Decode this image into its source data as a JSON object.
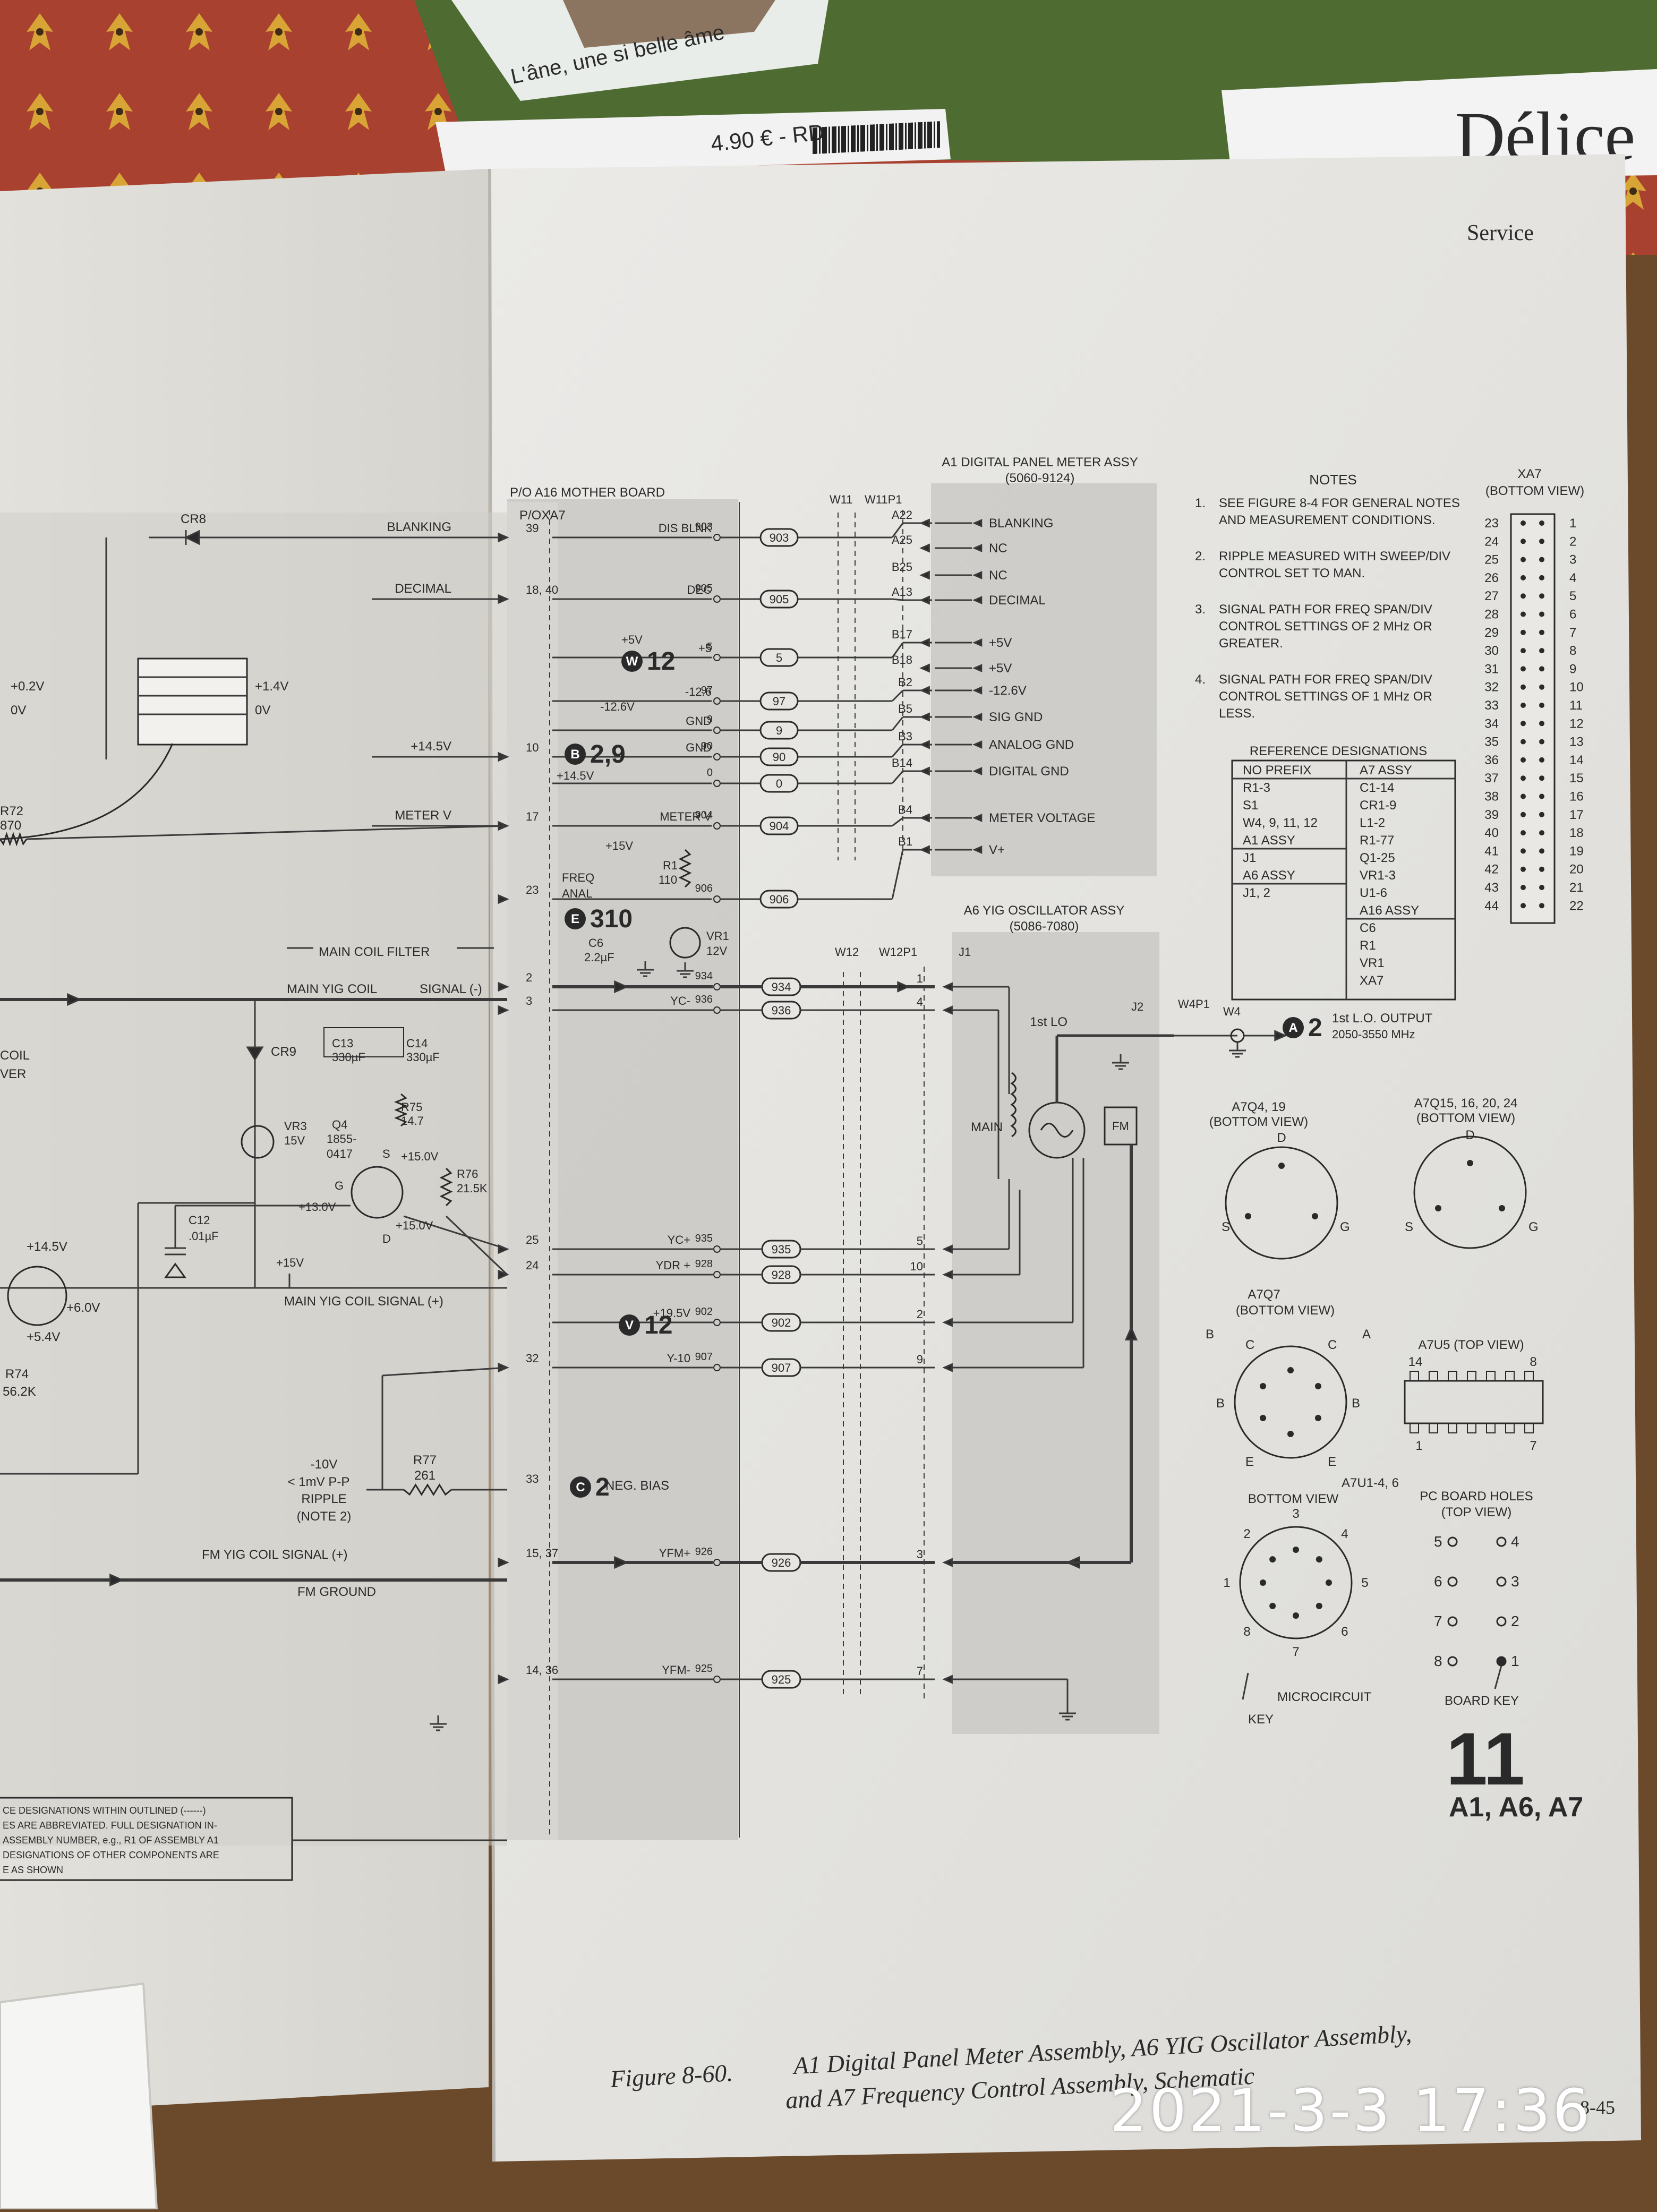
{
  "magazine": {
    "caption": "L'âne, une si belle âme",
    "price": "4.90 € - RD",
    "masthead": "Délice"
  },
  "page": {
    "header": "Service",
    "figure_number": "Figure 8-60.",
    "caption_line1": "A1 Digital Panel Meter Assembly, A6 YIG Oscillator Assembly,",
    "caption_line2": "and A7 Frequency Control Assembly, Schematic",
    "page_tag": "8-45",
    "big_number": "11",
    "big_refs": "A1, A6, A7"
  },
  "timestamp": "2021-3-3 17:36",
  "notes": {
    "title": "NOTES",
    "items": [
      [
        "1.",
        "SEE FIGURE 8-4 FOR GENERAL NOTES",
        "AND MEASUREMENT CONDITIONS."
      ],
      [
        "2.",
        "RIPPLE MEASURED WITH SWEEP/DIV",
        "CONTROL SET TO MAN."
      ],
      [
        "3.",
        "SIGNAL PATH FOR FREQ SPAN/DIV",
        "CONTROL SETTINGS OF 2 MHz OR",
        "GREATER."
      ],
      [
        "4.",
        "SIGNAL PATH FOR FREQ SPAN/DIV",
        "CONTROL SETTINGS OF 1 MHz OR",
        "LESS."
      ]
    ]
  },
  "ref_table": {
    "title": "REFERENCE DESIGNATIONS",
    "left": [
      "NO PREFIX",
      "R1-3",
      "S1",
      "W4, 9, 11, 12",
      "A1 ASSY",
      "J1",
      "A6 ASSY",
      "J1, 2"
    ],
    "right": [
      "A7 ASSY",
      "C1-14",
      "CR1-9",
      "L1-2",
      "R1-77",
      "Q1-25",
      "VR1-3",
      "U1-6",
      "A16 ASSY",
      "C6",
      "R1",
      "VR1",
      "XA7"
    ]
  },
  "connector": {
    "title": "XA7",
    "subtitle": "(BOTTOM VIEW)",
    "left_pins": [
      "23",
      "24",
      "25",
      "26",
      "27",
      "28",
      "29",
      "30",
      "31",
      "32",
      "33",
      "34",
      "35",
      "36",
      "37",
      "38",
      "39",
      "40",
      "41",
      "42",
      "43",
      "44"
    ],
    "right_pins": [
      "1",
      "2",
      "3",
      "4",
      "5",
      "6",
      "7",
      "8",
      "9",
      "10",
      "11",
      "12",
      "13",
      "14",
      "15",
      "16",
      "17",
      "18",
      "19",
      "20",
      "21",
      "22"
    ]
  },
  "packages": {
    "a7q4": [
      "A7Q4, 19",
      "(BOTTOM VIEW)"
    ],
    "a7q15": [
      "A7Q15, 16, 20, 24",
      "(BOTTOM VIEW)"
    ],
    "a7q7": [
      "A7Q7",
      "(BOTTOM VIEW)"
    ],
    "a7u5": "A7U5 (TOP VIEW)",
    "a7u1": "A7U1-4, 6",
    "bottom_view": "BOTTOM VIEW",
    "pc_holes": [
      "PC BOARD HOLES",
      "(TOP VIEW)"
    ],
    "board_key": "BOARD KEY",
    "microcircuit_key": [
      "MICROCIRCUIT",
      "KEY"
    ],
    "letters": {
      "d": "D",
      "s": "S",
      "g": "G",
      "b": "B",
      "c": "C",
      "e": "E",
      "a": "A"
    },
    "u5_pins": [
      "14",
      "8",
      "1",
      "7"
    ],
    "ic_pins": [
      "1",
      "2",
      "3",
      "4",
      "5",
      "6",
      "7",
      "8"
    ],
    "holes_left": [
      "5",
      "6",
      "7",
      "8"
    ],
    "holes_right": [
      "4",
      "3",
      "2",
      "1"
    ]
  },
  "board": {
    "a16_title": "P/O A16 MOTHER BOARD",
    "pxa7": "P/OXA7",
    "a1_title": "A1 DIGITAL PANEL METER ASSY",
    "a1_part": "(5060-9124)",
    "a6_title": "A6 YIG OSCILLATOR ASSY",
    "a6_part": "(5086-7080)",
    "cables": [
      "W11",
      "W11P1",
      "W12",
      "W12P1",
      "J1",
      "J2",
      "W4P1",
      "W4"
    ],
    "a1_pins": [
      "A22",
      "A25",
      "B25",
      "A13",
      "B17",
      "B18",
      "B2",
      "B5",
      "B3",
      "B14",
      "B4",
      "B1"
    ],
    "a1_signals": [
      "BLANKING",
      "NC",
      "NC",
      "DECIMAL",
      "+5V",
      "+5V",
      "-12.6V",
      "SIG GND",
      "ANALOG GND",
      "DIGITAL GND",
      "METER VOLTAGE",
      "V+"
    ]
  },
  "signals": {
    "blanking": "BLANKING",
    "decimal": "DECIMAL",
    "v145": "+14.5V",
    "meter_v": "METER V",
    "main_coil_filter": "MAIN COIL FILTER",
    "main_yig_coil": "MAIN YIG COIL",
    "signal_neg": "SIGNAL (-)",
    "main_yig_signal_pos": "MAIN YIG COIL SIGNAL (+)",
    "fm_yig_signal": "FM YIG COIL SIGNAL (+)",
    "fm_ground": "FM GROUND",
    "dis_blnk": "DIS BLNK",
    "dec": "DEC",
    "p5": "+5",
    "m126": "-12.6",
    "gnd": "GND",
    "meter_v2": "METER V",
    "yc_plus": "YC+",
    "yc_minus": "YC-",
    "ydr": "YDR +",
    "p195": "+19.5V",
    "ym10": "Y-10",
    "yfm_plus": "YFM+",
    "yfm_minus": "YFM-",
    "neg_bias": "NEG. BIAS",
    "freq_anal": "FREQ ANAL",
    "first_lo": "1st LO",
    "lo_output": "1st L.O. OUTPUT",
    "lo_range": "2050-3550 MHz",
    "main": "MAIN",
    "fm": "FM",
    "coil": "COIL",
    "ver": "VER",
    "p5v": "+5V",
    "m126v": "-12.6V",
    "p15v": "+15V",
    "p145v": "+14.5V"
  },
  "markers": [
    {
      "badge": "W",
      "text": "12"
    },
    {
      "badge": "B",
      "text": "2,9"
    },
    {
      "badge": "E",
      "text": "310"
    },
    {
      "badge": "V",
      "text": "12"
    },
    {
      "badge": "C",
      "text": "2"
    },
    {
      "badge": "A",
      "text": "2"
    }
  ],
  "wires": [
    "903",
    "905",
    "5",
    "97",
    "9",
    "90",
    "0",
    "904",
    "906",
    "934",
    "936",
    "935",
    "928",
    "902",
    "907",
    "926",
    "925"
  ],
  "pins_a16": [
    "39",
    "18, 40",
    "10",
    "17",
    "23",
    "2",
    "3",
    "25",
    "24",
    "32",
    "33",
    "15, 37",
    "14, 36"
  ],
  "components": {
    "cr8": "CR8",
    "cr9": "CR9",
    "c13": [
      "C13",
      "330µF"
    ],
    "c14": [
      "C14",
      "330µF"
    ],
    "r75": [
      "R75",
      "14.7"
    ],
    "q4": [
      "Q4",
      "1855-",
      "0417"
    ],
    "r76": [
      "R76",
      "21.5K"
    ],
    "vr3": [
      "VR3",
      "15V"
    ],
    "c12": [
      "C12",
      ".01µF"
    ],
    "r74": [
      "R74",
      "56.2K"
    ],
    "r72": [
      "R72",
      "870"
    ],
    "r77": [
      "R77",
      "261"
    ],
    "ripple": [
      "-10V",
      "< 1mV P-P",
      "RIPPLE",
      "(NOTE 2)"
    ],
    "c6": [
      "C6",
      "2.2µF"
    ],
    "r1": [
      "R1",
      "110"
    ],
    "vr1": [
      "VR1",
      "12V"
    ],
    "q_labels": [
      "S",
      "G",
      "D",
      "+15.0V",
      "+13.0V",
      "+15.0V"
    ],
    "volts_left": [
      "+0.2V",
      "0V",
      "+1.4V",
      "0V",
      "+14.5V",
      "+6.0V",
      "+5.4V"
    ],
    "disclaimer": [
      "CE DESIGNATIONS WITHIN OUTLINED (------)",
      "ES ARE ABBREVIATED. FULL DESIGNATION IN-",
      "ASSEMBLY NUMBER, e.g., R1 OF ASSEMBLY A1",
      "DESIGNATIONS OF OTHER COMPONENTS ARE",
      "E AS SHOWN"
    ]
  }
}
